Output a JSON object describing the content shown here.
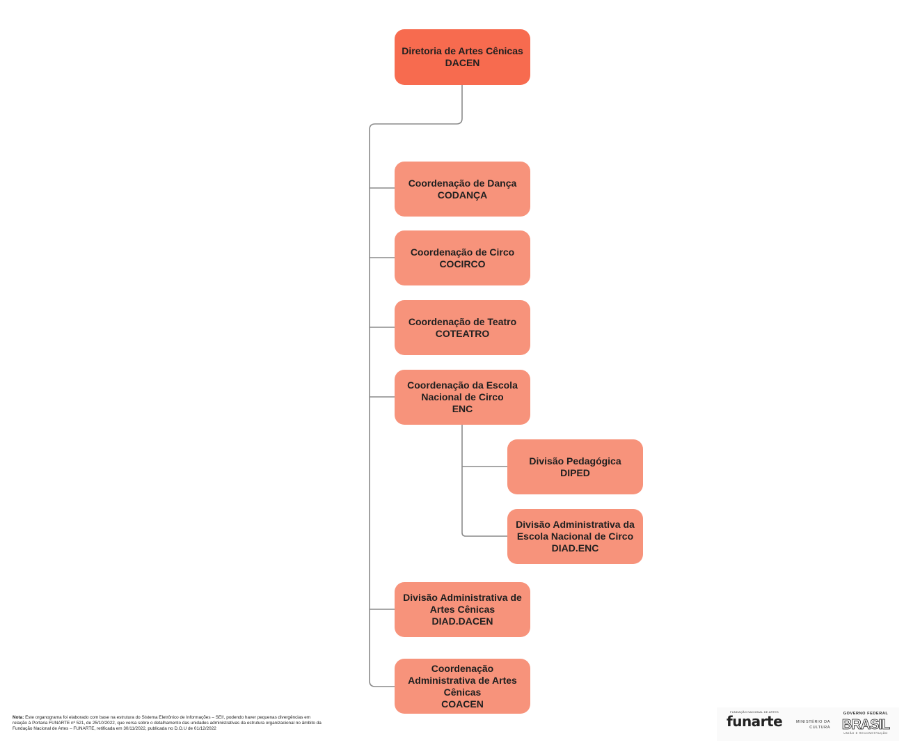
{
  "root": {
    "line1": "Diretoria de Artes Cênicas",
    "line2": "DACEN"
  },
  "children": [
    {
      "line1": "Coordenação de Dança",
      "line2": "CODANÇA"
    },
    {
      "line1": "Coordenação de Circo",
      "line2": "COCIRCO"
    },
    {
      "line1": "Coordenação de Teatro",
      "line2": "COTEATRO"
    },
    {
      "line1": "Coordenação da Escola",
      "line2": "Nacional de Circo",
      "line3": "ENC"
    },
    {
      "line1": "Divisão Administrativa de",
      "line2": "Artes Cênicas",
      "line3": "DIAD.DACEN"
    },
    {
      "line1": "Coordenação",
      "line2": "Administrativa de Artes",
      "line3": "Cênicas",
      "line4": "COACEN"
    }
  ],
  "enc_children": [
    {
      "line1": "Divisão Pedagógica",
      "line2": "DIPED"
    },
    {
      "line1": "Divisão Administrativa da",
      "line2": "Escola Nacional de Circo",
      "line3": "DIAD.ENC"
    }
  ],
  "note": {
    "label": "Nota:",
    "text": "Este organograma foi elaborado com base na estrutura do Sistema Eletrônico de Informações – SEI!, podendo haver pequenas divergências em relação à Portaria FUNARTE nº 521, de 25/10/2022, que versa sobre o detalhamento das unidades administrativas da estrutura organizacional no âmbito da Fundação Nacional de Artes – FUNARTE, retificada em 30/11/2022, publicada no D.O.U de 01/12/2022"
  },
  "logos": {
    "funarte_small": "FUNDAÇÃO NACIONAL DE ARTES",
    "funarte": "funarte",
    "ministry_line1": "MINISTÉRIO DA",
    "ministry_line2": "CULTURA",
    "gov_top": "GOVERNO FEDERAL",
    "gov_word": "BRASIL",
    "gov_bottom": "UNIÃO E RECONSTRUÇÃO"
  },
  "colors": {
    "root_fill": "#f76b4f",
    "node_fill": "#f7937b",
    "connector": "#8a8a8a"
  }
}
